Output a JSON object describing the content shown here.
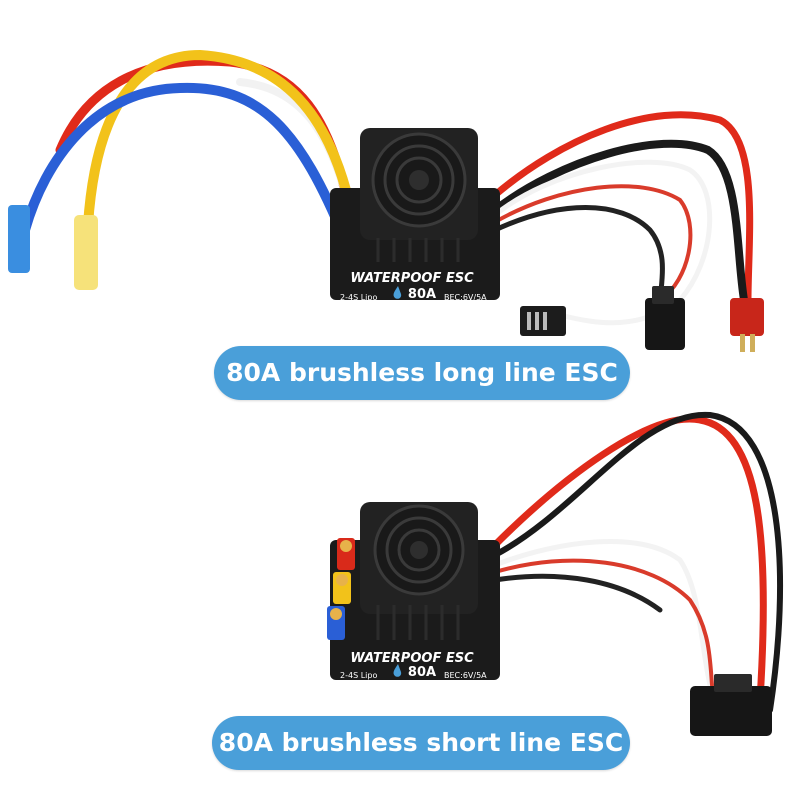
{
  "products": [
    {
      "caption": "80A brushless long line ESC",
      "label": {
        "title": "WATERPOOF ESC",
        "rating": "80A",
        "cells": "2-4S Lipo",
        "bec": "BEC:6V/5A"
      }
    },
    {
      "caption": "80A brushless short line ESC",
      "label": {
        "title": "WATERPOOF ESC",
        "rating": "80A",
        "cells": "2-4S Lipo",
        "bec": "BEC:6V/5A"
      }
    }
  ],
  "colors": {
    "pill": "#4a9fd9",
    "esc_body": "#1b1b1b",
    "wire_red": "#e02a1a",
    "wire_blue": "#2a5fd6",
    "wire_yellow": "#f2c21a"
  }
}
